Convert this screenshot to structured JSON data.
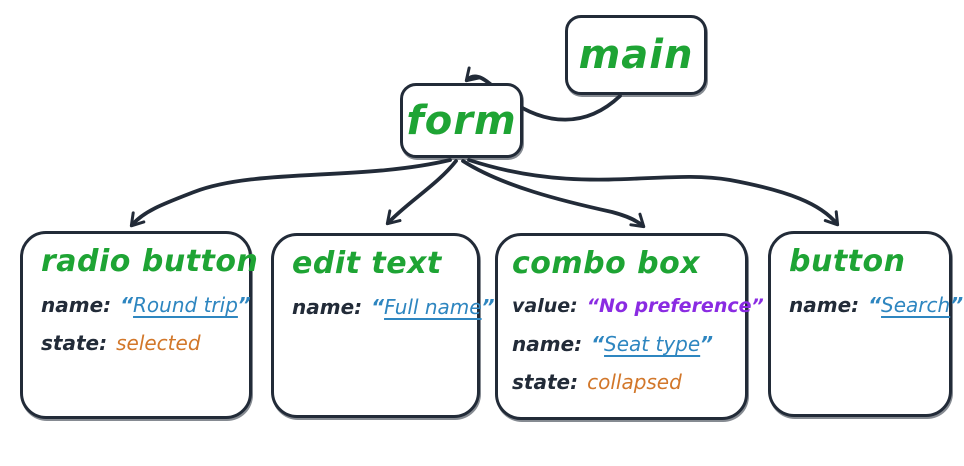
{
  "colors": {
    "ink": "#222b38",
    "node-green": "#1ea434",
    "name-blue": "#2e86c0",
    "value-purple": "#8a2be2",
    "state-orange": "#d2772a",
    "box-fill": "#ffffff"
  },
  "punct": {
    "open_quote": "“",
    "close_quote": "”"
  },
  "nodes": {
    "main": {
      "label": "main"
    },
    "form": {
      "label": "form"
    },
    "radio_button": {
      "title": "radio button",
      "fields": {
        "name": {
          "key": "name:",
          "value": "Round trip"
        },
        "state": {
          "key": "state:",
          "value": "selected"
        }
      }
    },
    "edit_text": {
      "title": "edit text",
      "fields": {
        "name": {
          "key": "name:",
          "value": "Full name"
        }
      }
    },
    "combo_box": {
      "title": "combo box",
      "fields": {
        "value": {
          "key": "value:",
          "value": "No preference"
        },
        "name": {
          "key": "name:",
          "value": "Seat type"
        },
        "state": {
          "key": "state:",
          "value": "collapsed"
        }
      }
    },
    "button": {
      "title": "button",
      "fields": {
        "name": {
          "key": "name:",
          "value": "Search"
        }
      }
    }
  },
  "edges": [
    {
      "from": "main",
      "to": "form"
    },
    {
      "from": "form",
      "to": "radio button"
    },
    {
      "from": "form",
      "to": "edit text"
    },
    {
      "from": "form",
      "to": "combo box"
    },
    {
      "from": "form",
      "to": "button"
    }
  ]
}
